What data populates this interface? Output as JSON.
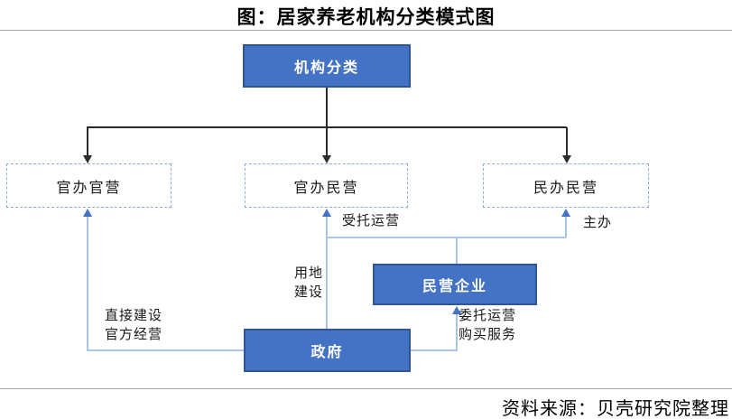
{
  "title": "图：居家养老机构分类模式图",
  "source_note": "资料来源：贝壳研究院整理",
  "nodes": {
    "root": {
      "label": "机构分类"
    },
    "gov_built_gov_run": {
      "label": "官办官营"
    },
    "gov_built_private_run": {
      "label": "官办民营"
    },
    "private_built_private_run": {
      "label": "民办民营"
    },
    "private_enterprise": {
      "label": "民营企业"
    },
    "government": {
      "label": "政府"
    }
  },
  "edge_labels": {
    "entrusted_operation": "受托运营",
    "host": "主办",
    "land_construction": "用地\n建设",
    "direct_build_official_run": "直接建设\n官方经营",
    "commission_purchase": "委托运营\n购买服务"
  },
  "colors": {
    "box-fill": "#4472C4",
    "box-border": "#2F5597",
    "dashed-border": "#8FAADC",
    "line-blue": "#A9C4EB",
    "arrow-blue": "#4472C4",
    "line-black": "#2b2b2b",
    "rule-gray": "#a6a6a6"
  }
}
